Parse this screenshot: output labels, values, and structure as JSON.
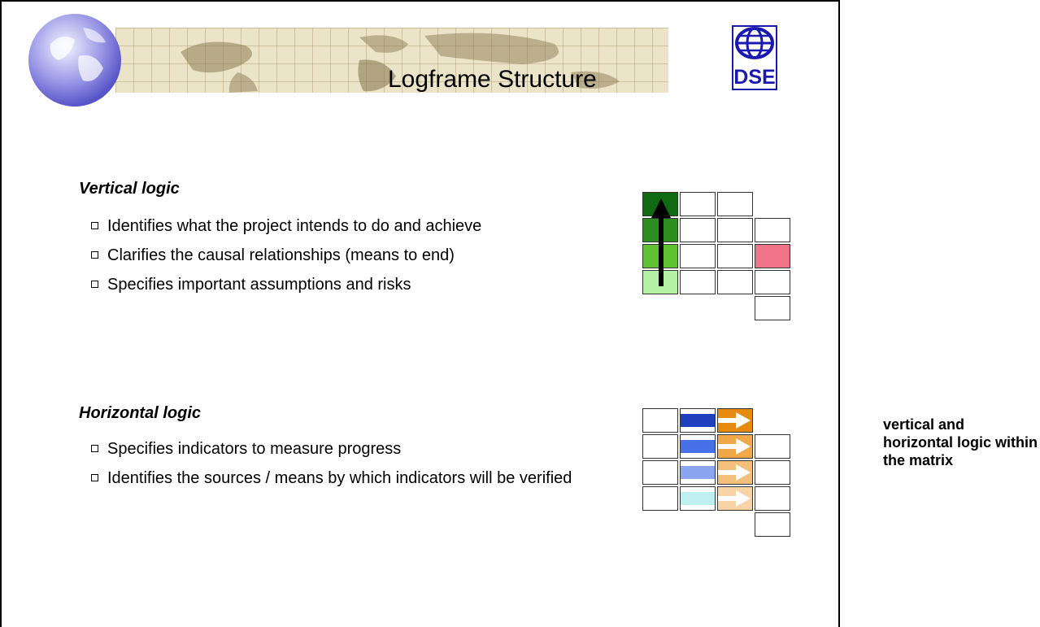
{
  "header": {
    "title": "Logframe Structure",
    "logo_text": "DSE"
  },
  "vertical": {
    "heading": "Vertical logic",
    "bullets": [
      "Identifies what the project intends to do and achieve",
      "Clarifies the causal relationships (means to end)",
      "Specifies important assumptions and risks"
    ]
  },
  "horizontal": {
    "heading": "Horizontal logic",
    "bullets": [
      "Specifies indicators to measure progress",
      "Identifies the sources / means by which indicators will be verified"
    ]
  },
  "side_note": "vertical and horizontal logic within the matrix",
  "colors": {
    "vertical_greens": [
      "#0f6a12",
      "#2c8f1f",
      "#5fc130",
      "#b3f2a4"
    ],
    "assumption_pink": "#f07388",
    "horizontal_blues": [
      "#1f3fbf",
      "#4870e8",
      "#8aa6f0",
      "#bdf0ef"
    ],
    "horizontal_oranges": [
      "#e68a10",
      "#f0a84a",
      "#f4bf7a",
      "#f8d3a6"
    ]
  }
}
